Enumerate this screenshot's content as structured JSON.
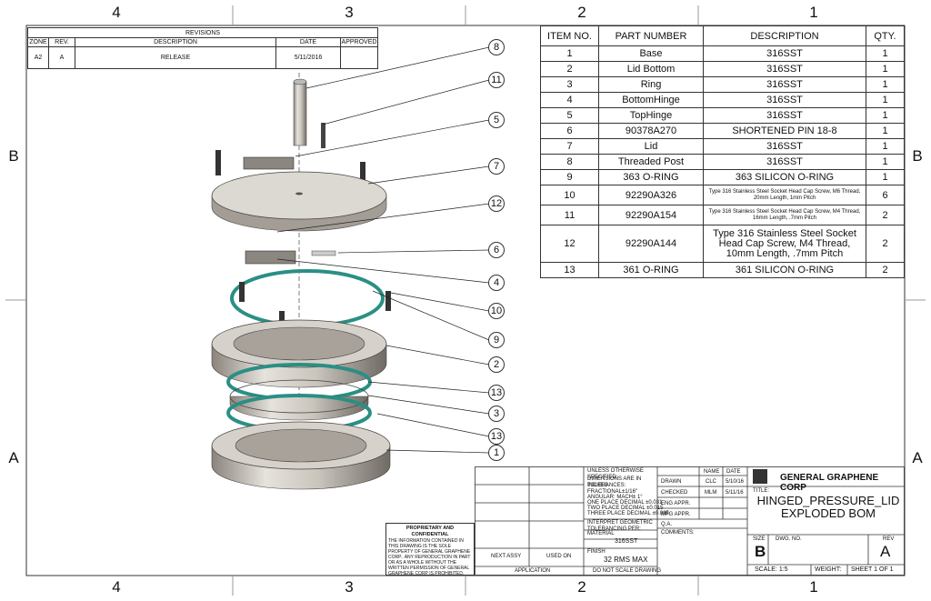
{
  "zones": {
    "top": [
      "4",
      "3",
      "2",
      "1"
    ],
    "bottom": [
      "4",
      "3",
      "2",
      "1"
    ],
    "left": [
      "B",
      "A"
    ],
    "right": [
      "B",
      "A"
    ]
  },
  "revisions": {
    "title": "REVISIONS",
    "headers": [
      "ZONE",
      "REV.",
      "DESCRIPTION",
      "DATE",
      "APPROVED"
    ],
    "row": [
      "A2",
      "A",
      "RELEASE",
      "5/11/2016",
      ""
    ]
  },
  "bom": {
    "headers": [
      "ITEM NO.",
      "PART NUMBER",
      "DESCRIPTION",
      "QTY."
    ],
    "rows": [
      [
        "1",
        "Base",
        "316SST",
        "1"
      ],
      [
        "2",
        "Lid Bottom",
        "316SST",
        "1"
      ],
      [
        "3",
        "Ring",
        "316SST",
        "1"
      ],
      [
        "4",
        "BottomHinge",
        "316SST",
        "1"
      ],
      [
        "5",
        "TopHinge",
        "316SST",
        "1"
      ],
      [
        "6",
        "90378A270",
        "SHORTENED PIN 18-8",
        "1"
      ],
      [
        "7",
        "Lid",
        "316SST",
        "1"
      ],
      [
        "8",
        "Threaded Post",
        "316SST",
        "1"
      ],
      [
        "9",
        "363 O-RING",
        "363 SILICON O-RING",
        "1"
      ],
      [
        "10",
        "92290A326",
        "Type 316 Stainless Steel Socket Head Cap Screw, M6 Thread, 20mm Length, 1mm Pitch",
        "6"
      ],
      [
        "11",
        "92290A154",
        "Type 316 Stainless Steel Socket Head Cap Screw, M4 Thread, 16mm Length, .7mm Pitch",
        "2"
      ],
      [
        "12",
        "92290A144",
        "Type 316 Stainless Steel Socket Head Cap Screw, M4 Thread, 10mm Length, .7mm Pitch",
        "2"
      ],
      [
        "13",
        "361 O-RING",
        "361 SILICON O-RING",
        "2"
      ]
    ]
  },
  "balloons": [
    "8",
    "11",
    "5",
    "7",
    "12",
    "6",
    "4",
    "10",
    "9",
    "2",
    "13",
    "3",
    "13",
    "1"
  ],
  "title_block": {
    "company": "GENERAL GRAPHENE CORP",
    "title_label": "TITLE:",
    "title_line1": "HINGED_PRESSURE_LID",
    "title_line2": "EXPLODED BOM",
    "unless": "UNLESS OTHERWISE SPECIFIED:",
    "dims": "DIMENSIONS ARE IN INCHES",
    "tol": "TOLERANCES:",
    "frac": "FRACTIONAL±1/16\"",
    "ang": "ANGULAR: MACH± 1°",
    "one": "ONE PLACE DECIMAL   ±0.031",
    "two": "TWO PLACE DECIMAL   ±0.015",
    "three": "THREE PLACE DECIMAL  ±0.005",
    "interpret": "INTERPRET GEOMETRIC TOLERANCING PER:",
    "material_label": "MATERIAL",
    "material": "316SST",
    "finish_label": "FINISH",
    "finish": "32 RMS MAX",
    "noscale": "DO NOT SCALE DRAWING",
    "next_assy": "NEXT ASSY",
    "used_on": "USED ON",
    "application": "APPLICATION",
    "name_h": "NAME",
    "date_h": "DATE",
    "drawn": "DRAWN",
    "drawn_name": "CLC",
    "drawn_date": "5/10/16",
    "checked": "CHECKED",
    "checked_name": "MLM",
    "checked_date": "5/11/16",
    "eng": "ENG APPR.",
    "mfg": "MFG APPR.",
    "qa": "Q.A.",
    "comments": "COMMENTS:",
    "size_label": "SIZE",
    "size": "B",
    "dwg_label": "DWG.  NO.",
    "rev_label": "REV",
    "rev": "A",
    "scale": "SCALE: 1:5",
    "weight": "WEIGHT:",
    "sheet": "SHEET 1 OF 1",
    "prop_title": "PROPRIETARY AND CONFIDENTIAL",
    "prop_text": "THE INFORMATION CONTAINED IN THIS DRAWING IS THE SOLE PROPERTY OF GENERAL GRAPHENE CORP.. ANY REPRODUCTION IN PART OR AS A WHOLE WITHOUT THE WRITTEN PERMISSION OF GENERAL GRAPHENE CORP IS PROHIBITED."
  }
}
